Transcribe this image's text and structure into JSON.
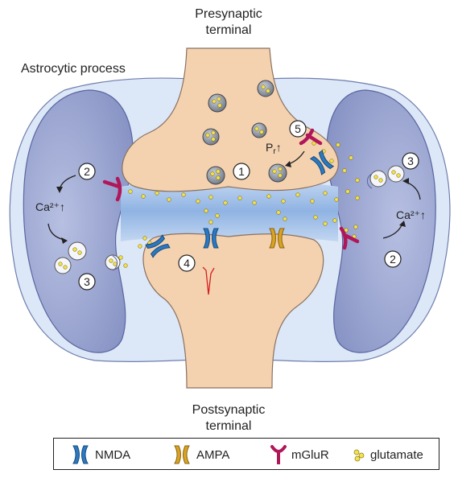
{
  "labels": {
    "presynaptic_line1": "Presynaptic",
    "presynaptic_line2": "terminal",
    "postsynaptic_line1": "Postsynaptic",
    "postsynaptic_line2": "terminal",
    "astrocytic": "Astrocytic process",
    "calcium": "Ca²⁺↑",
    "release_prob": "P",
    "release_prob_sub": "r",
    "release_prob_arrow": "↑"
  },
  "steps": {
    "s1": "1",
    "s2": "2",
    "s3": "3",
    "s4": "4",
    "s5": "5"
  },
  "legend": {
    "nmda": "NMDA",
    "ampa": "AMPA",
    "mglur": "mGluR",
    "glutamate": "glutamate"
  },
  "colors": {
    "terminal": "#f4d2b0",
    "astrocyte": "#9aa6cf",
    "astrocyte_light": "#dfe8f7",
    "cleft": "#9fc0e8",
    "nmda": "#2c79bf",
    "ampa": "#d9a425",
    "mglur": "#b0175a",
    "glutamate": "#f2e24e",
    "epsc_trace": "#d42020"
  }
}
